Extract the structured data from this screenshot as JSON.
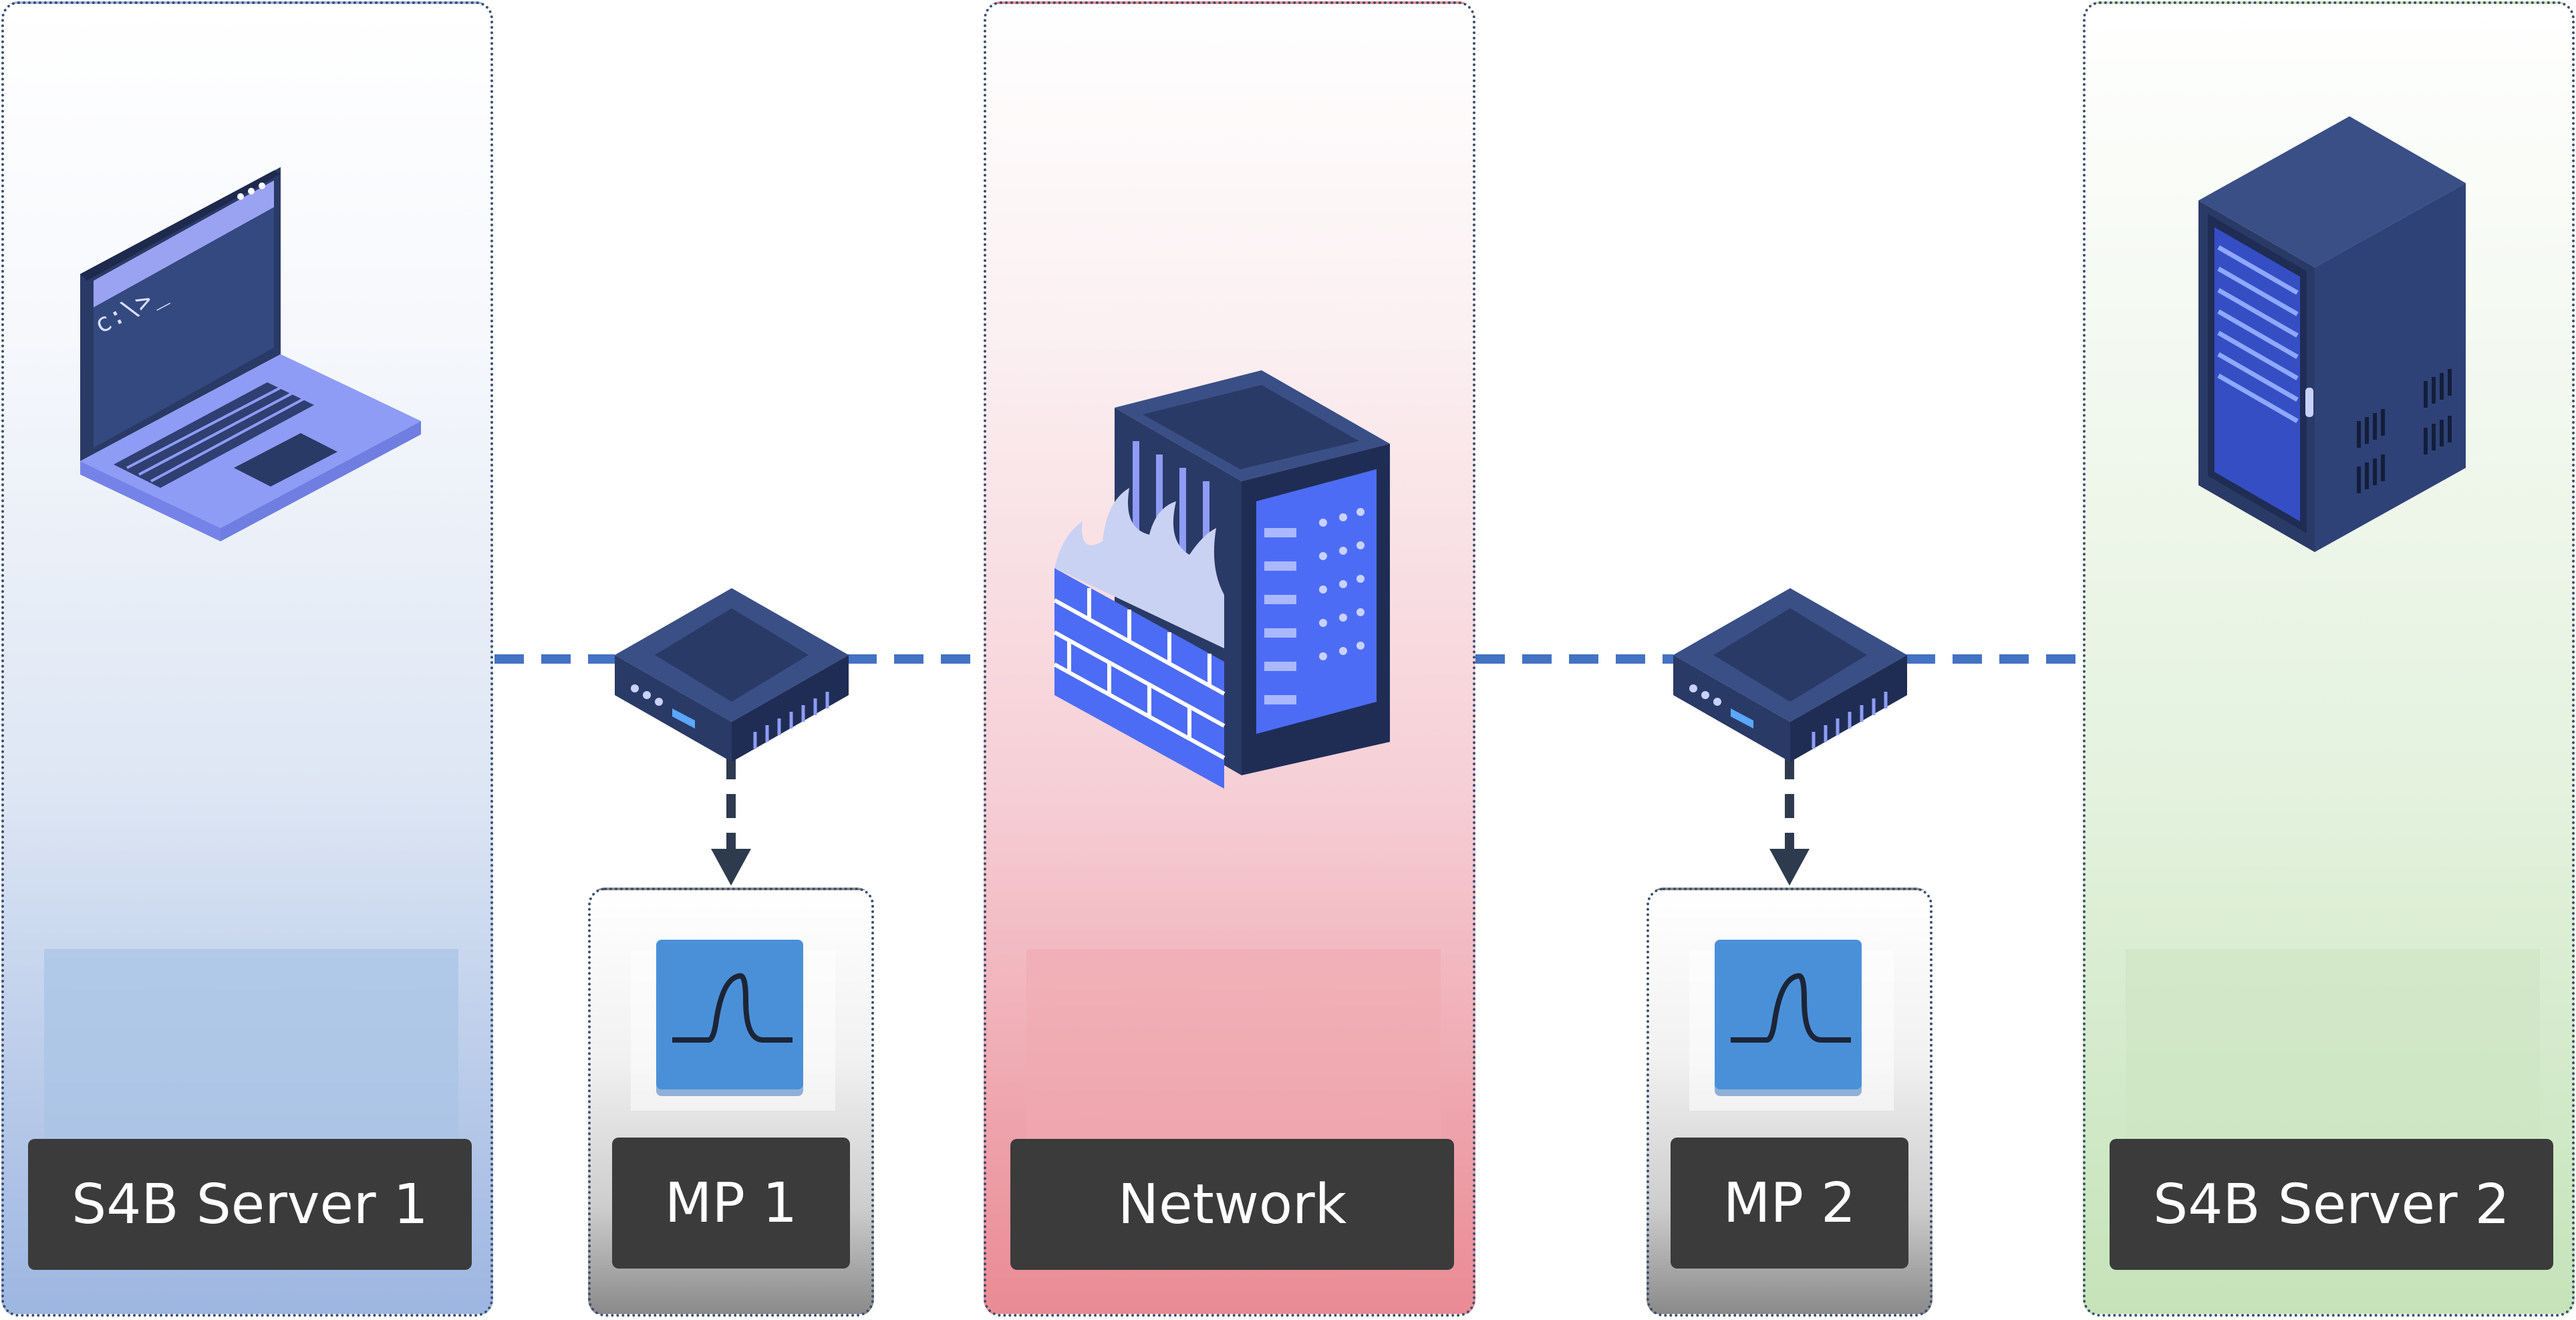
{
  "nodes": [
    {
      "id": "client",
      "label": "S4B Server 1",
      "icon": "laptop-icon",
      "tint": "#a9c4e6"
    },
    {
      "id": "mp1",
      "label": "MP 1",
      "icon": "waveform-icon",
      "tint": "#4a90d9"
    },
    {
      "id": "network",
      "label": "Network",
      "icon": "firewall-server-icon",
      "tint": "#f0a9b0"
    },
    {
      "id": "mp2",
      "label": "MP 2",
      "icon": "waveform-icon",
      "tint": "#4a90d9"
    },
    {
      "id": "server",
      "label": "S4B Server 2",
      "icon": "server-rack-icon",
      "tint": "#cfe6c4"
    }
  ],
  "connections": [
    {
      "from": "S4B Server 1",
      "to": "MP 1",
      "style": "dashed"
    },
    {
      "from": "MP 1",
      "to": "Network",
      "style": "dashed"
    },
    {
      "from": "Network",
      "to": "MP 2",
      "style": "dashed"
    },
    {
      "from": "MP 2",
      "to": "S4B Server 2",
      "style": "dashed"
    }
  ],
  "colors": {
    "line": "#4472c4",
    "arrow": "#2e3a4e",
    "label_bg": "#3b3b3b",
    "device": "#2f4277"
  }
}
